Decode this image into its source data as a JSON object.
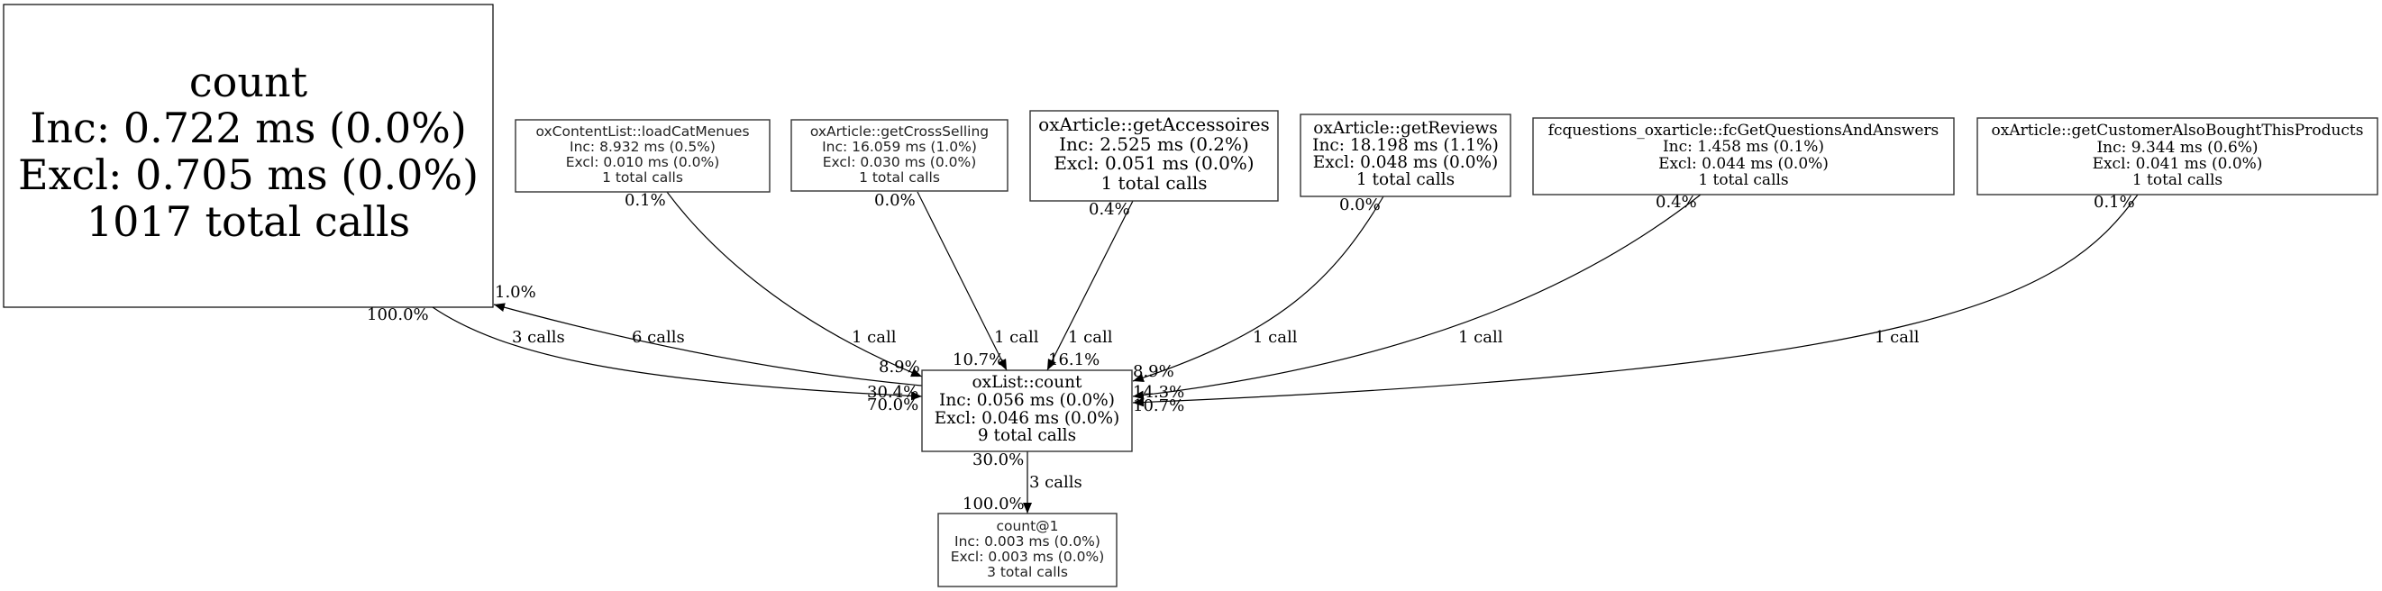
{
  "graph": {
    "title": "call graph",
    "highlight_color": "#ff0000",
    "nodes": {
      "count": {
        "name": "count",
        "inc": "Inc: 0.722 ms (0.0%)",
        "excl": "Excl: 0.705 ms (0.0%)",
        "calls": "1017 total calls"
      },
      "load_cat_menues": {
        "name": "oxContentList::loadCatMenues",
        "inc": "Inc: 8.932 ms (0.5%)",
        "excl": "Excl: 0.010 ms (0.0%)",
        "calls": "1 total calls"
      },
      "get_cross_selling": {
        "name": "oxArticle::getCrossSelling",
        "inc": "Inc: 16.059 ms (1.0%)",
        "excl": "Excl: 0.030 ms (0.0%)",
        "calls": "1 total calls"
      },
      "get_accessoires": {
        "name": "oxArticle::getAccessoires",
        "inc": "Inc: 2.525 ms (0.2%)",
        "excl": "Excl: 0.051 ms (0.0%)",
        "calls": "1 total calls"
      },
      "get_reviews": {
        "name": "oxArticle::getReviews",
        "inc": "Inc: 18.198 ms (1.1%)",
        "excl": "Excl: 0.048 ms (0.0%)",
        "calls": "1 total calls"
      },
      "fc_get_questions": {
        "name": "fcquestions_oxarticle::fcGetQuestionsAndAnswers",
        "inc": "Inc: 1.458 ms (0.1%)",
        "excl": "Excl: 0.044 ms (0.0%)",
        "calls": "1 total calls"
      },
      "get_customer_also_bought": {
        "name": "oxArticle::getCustomerAlsoBoughtThisProducts",
        "inc": "Inc: 9.344 ms (0.6%)",
        "excl": "Excl: 0.041 ms (0.0%)",
        "calls": "1 total calls"
      },
      "oxlist_count": {
        "name": "oxList::count",
        "inc": "Inc: 0.056 ms (0.0%)",
        "excl": "Excl: 0.046 ms (0.0%)",
        "calls": "9 total calls"
      },
      "count_at_1": {
        "name": "count@1",
        "inc": "Inc: 0.003 ms (0.0%)",
        "excl": "Excl: 0.003 ms (0.0%)",
        "calls": "3 total calls"
      }
    },
    "edges": [
      {
        "from": "count",
        "to": "oxList::count",
        "label": "3 calls",
        "tail_label": "100.0%",
        "head_label": "70.0%"
      },
      {
        "from": "oxList::count",
        "to": "count",
        "label": "6 calls",
        "tail_label": "30.4%",
        "head_label": "1.0%"
      },
      {
        "from": "oxContentList::loadCatMenues",
        "to": "oxList::count",
        "label": "1 call",
        "tail_label": "0.1%",
        "head_label": "8.9%"
      },
      {
        "from": "oxArticle::getCrossSelling",
        "to": "oxList::count",
        "label": "1 call",
        "tail_label": "0.0%",
        "head_label": "10.7%"
      },
      {
        "from": "oxArticle::getAccessoires",
        "to": "oxList::count",
        "label": "1 call",
        "tail_label": "0.4%",
        "head_label": "16.1%"
      },
      {
        "from": "oxArticle::getReviews",
        "to": "oxList::count",
        "label": "1 call",
        "tail_label": "0.0%",
        "head_label": "8.9%"
      },
      {
        "from": "fcquestions_oxarticle::fcGetQuestionsAndAnswers",
        "to": "oxList::count",
        "label": "1 call",
        "tail_label": "0.4%",
        "head_label": "14.3%"
      },
      {
        "from": "oxArticle::getCustomerAlsoBoughtThisProducts",
        "to": "oxList::count",
        "label": "1 call",
        "tail_label": "0.1%",
        "head_label": "10.7%"
      },
      {
        "from": "oxList::count",
        "to": "count@1",
        "label": "3 calls",
        "tail_label": "30.0%",
        "head_label": "100.0%"
      }
    ]
  }
}
